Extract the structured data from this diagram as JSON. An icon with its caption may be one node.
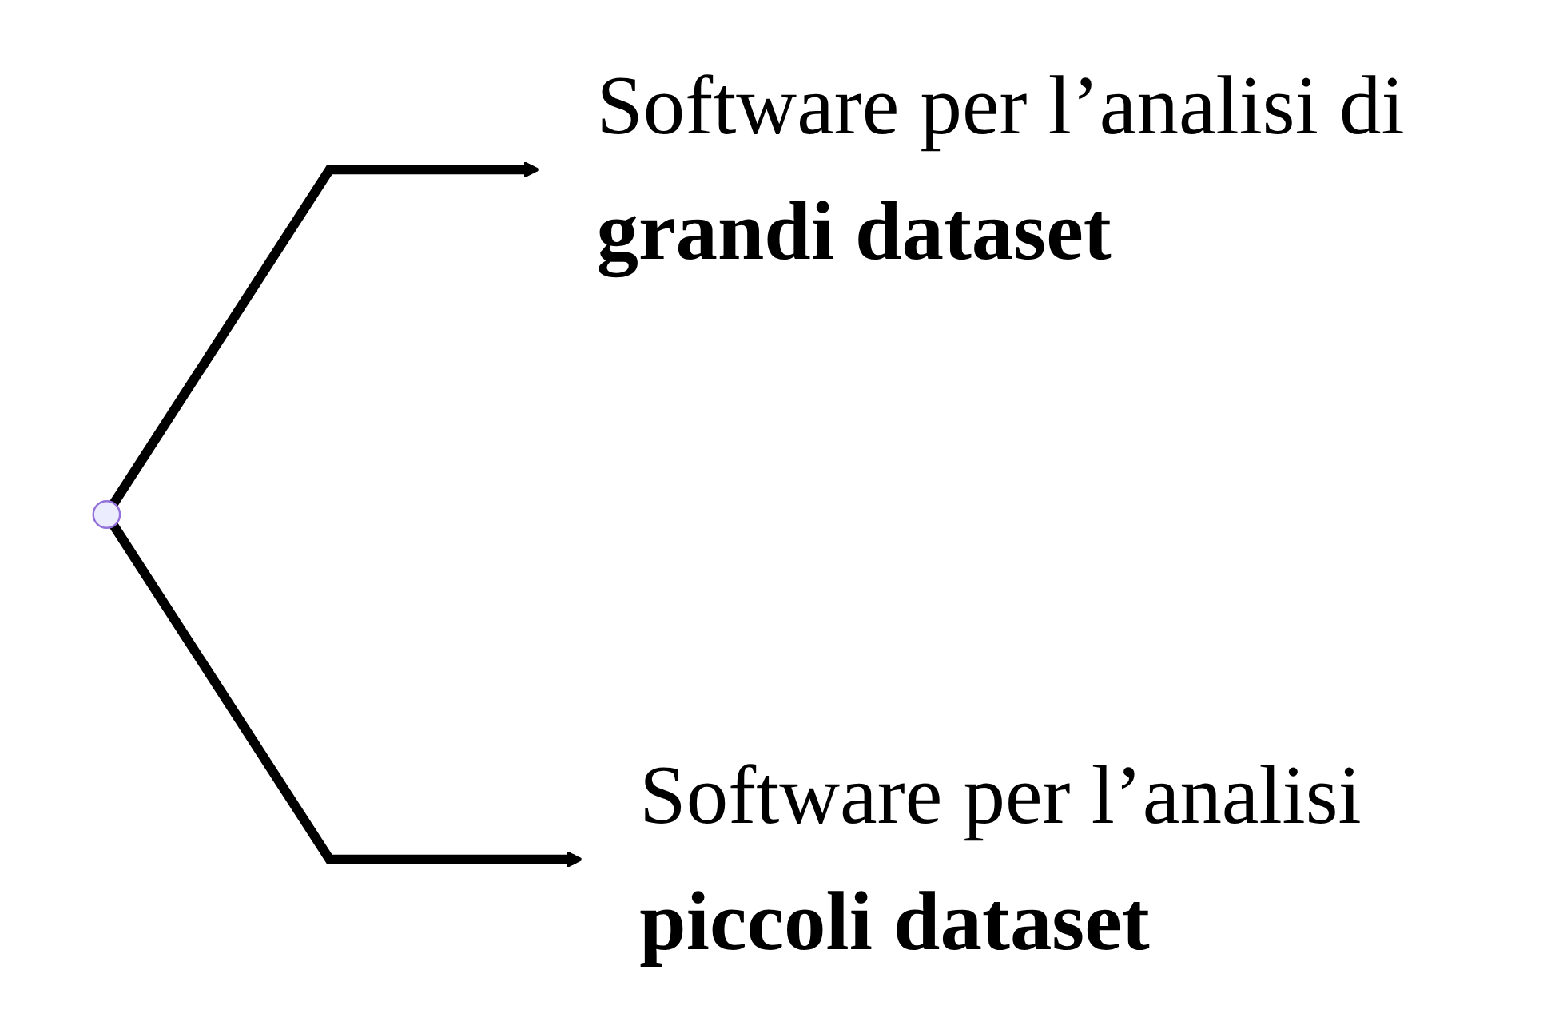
{
  "diagram": {
    "nodes": [
      {
        "text": [
          "Software per l’analisi di",
          "grandi dataset"
        ]
      },
      {
        "text": [
          "Software per l’analisi",
          "piccoli dataset"
        ]
      }
    ],
    "edges": [
      {
        "from": null,
        "to": 0,
        "arrow": "to"
      },
      {
        "from": null,
        "to": 1,
        "arrow": "to"
      }
    ]
  }
}
